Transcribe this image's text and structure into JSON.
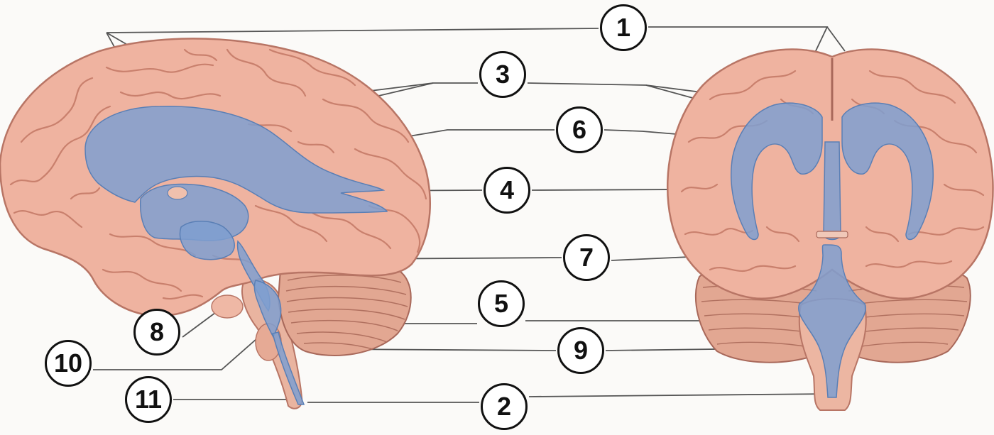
{
  "figure": {
    "callouts": [
      "1",
      "3",
      "6",
      "4",
      "7",
      "5",
      "8",
      "9",
      "10",
      "11",
      "2"
    ]
  },
  "colors": {
    "brain": "#efb3a0",
    "brain_dark": "#d9907c",
    "ventricle": "#7f9fd0",
    "cerebellum": "#e2a792",
    "line": "#555555"
  }
}
